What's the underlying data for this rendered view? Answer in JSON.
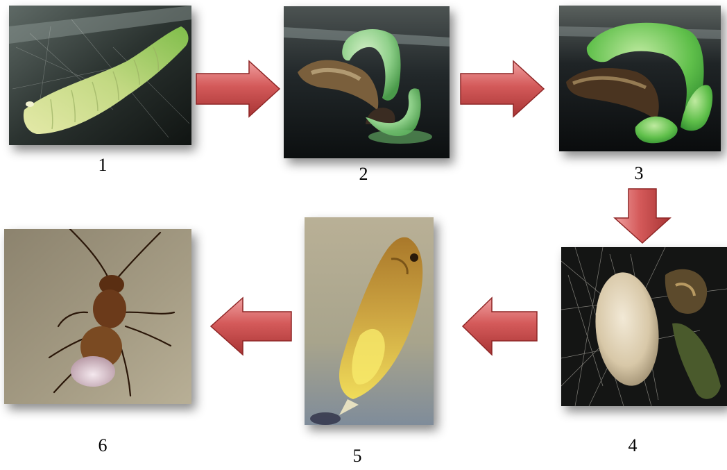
{
  "stages": [
    {
      "label": "1",
      "subject": "green-caterpillar"
    },
    {
      "label": "2",
      "subject": "parasitoid-larvae-emerging"
    },
    {
      "label": "3",
      "subject": "parasitoid-larvae-on-host-remains"
    },
    {
      "label": "4",
      "subject": "silk-cocoon"
    },
    {
      "label": "5",
      "subject": "yellow-pupa"
    },
    {
      "label": "6",
      "subject": "adult-wasp"
    }
  ],
  "colors": {
    "arrow_fill": "#d45a5a",
    "arrow_edge": "#8e2626",
    "caterpillar_green": "#b9d67a",
    "larva_green": "#7cc46e",
    "wasp_brown": "#6b3a1a",
    "cocoon": "#e8dcc4",
    "pupa_yellow": "#e2c236"
  }
}
